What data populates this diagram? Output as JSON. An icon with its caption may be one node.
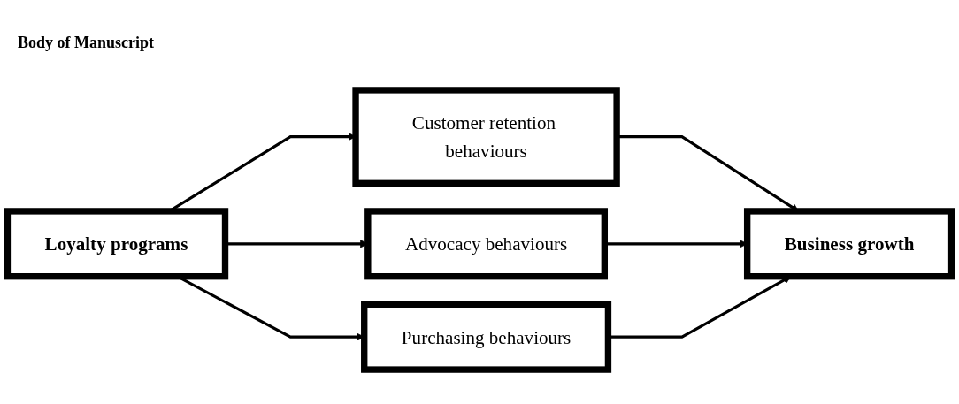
{
  "diagram": {
    "title": "Body of Manuscript",
    "nodes": [
      {
        "text": [
          "Loyalty programs"
        ]
      },
      {
        "text": [
          "Customer retention behaviours"
        ]
      },
      {
        "text": [
          "Advocacy behaviours"
        ]
      },
      {
        "text": [
          "Purchasing behaviours"
        ]
      },
      {
        "text": [
          "Business growth"
        ]
      }
    ],
    "edges": [
      {
        "from": 0,
        "to": 1,
        "arrow": "to"
      },
      {
        "from": 0,
        "to": 2,
        "arrow": "to"
      },
      {
        "from": 0,
        "to": 3,
        "arrow": "to"
      },
      {
        "from": 1,
        "to": 4,
        "arrow": "to"
      },
      {
        "from": 2,
        "to": 4,
        "arrow": "to"
      },
      {
        "from": 3,
        "to": 4,
        "arrow": "to"
      }
    ]
  }
}
